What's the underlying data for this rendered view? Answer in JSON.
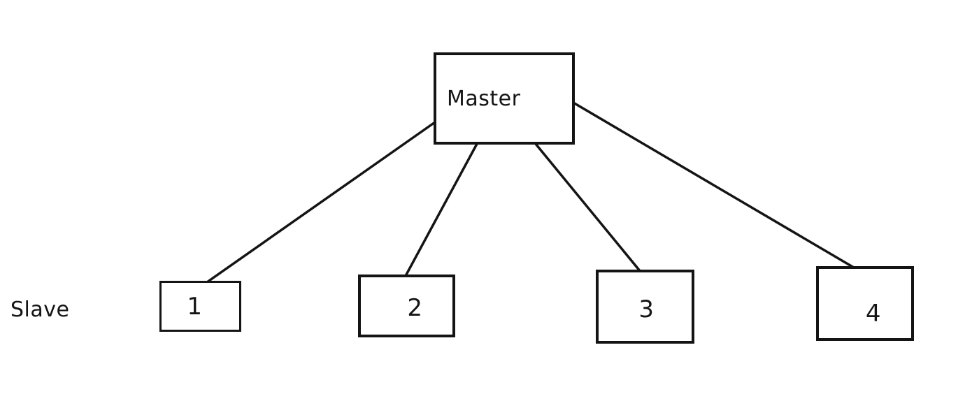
{
  "canvas": {
    "background": "#ffffff",
    "stroke_color": "#141414"
  },
  "diagram": {
    "row_label": "Slave",
    "master": {
      "label": "Master"
    },
    "slaves": [
      {
        "label": "1"
      },
      {
        "label": "2"
      },
      {
        "label": "3"
      },
      {
        "label": "4"
      }
    ],
    "edges": [
      {
        "from": "Master",
        "to": "Slave 1"
      },
      {
        "from": "Master",
        "to": "Slave 2"
      },
      {
        "from": "Master",
        "to": "Slave 3"
      },
      {
        "from": "Master",
        "to": "Slave 4"
      }
    ]
  }
}
